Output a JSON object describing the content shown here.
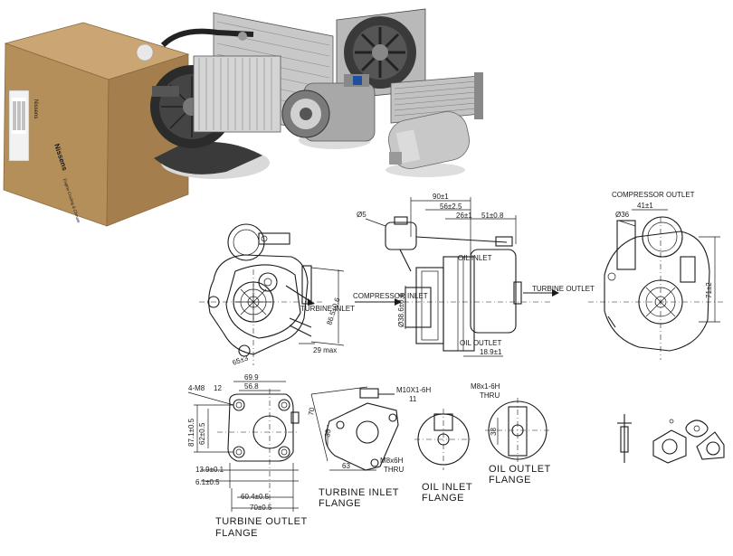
{
  "product_banner": {
    "box_brand": "Nissens",
    "box_tagline": "Engine Cooling & Climate",
    "products": [
      "blower-fan",
      "condenser",
      "radiator-fan",
      "ac-compressor",
      "radiator",
      "receiver-drier"
    ]
  },
  "drawing": {
    "labels": {
      "compressor_inlet": "COMPRESSOR INLET",
      "turbine_inlet": "TURBINE INLET",
      "compressor_outlet": "COMPRESSOR OUTLET",
      "turbine_outlet": "TURBINE OUTLET",
      "oil_inlet": "OIL INLET",
      "oil_outlet": "OIL OUTLET",
      "turbine_outlet_flange_1": "TURBINE OUTLET",
      "turbine_outlet_flange_2": "FLANGE",
      "turbine_inlet_flange_1": "TURBINE INLET",
      "turbine_inlet_flange_2": "FLANGE",
      "oil_inlet_flange_1": "OIL INLET",
      "oil_inlet_flange_2": "FLANGE",
      "oil_outlet_flange_1": "OIL OUTLET",
      "oil_outlet_flange_2": "FLANGE"
    },
    "dims": {
      "d90": "90±1",
      "d56": "56±2.5",
      "d26": "26±1",
      "d51": "51±0.8",
      "d5": "Ø5",
      "d38": "Ø38.6±0.4",
      "d18": "18.9±1",
      "d86": "86.5±0.6",
      "d29": "29 max",
      "d65": "65±3",
      "d41": "41±1",
      "d36": "Ø36",
      "d71": "71±2",
      "d4m8": "4-M8",
      "d12": "12",
      "d69": "69.9",
      "d56b": "56.8",
      "d87": "87.1±0.5",
      "d62": "62±0.5",
      "d13": "13.9±0.1",
      "d6": "6.1±0.5",
      "d60": "60.4±0.5",
      "d70": "70±0.5",
      "d70b": "70",
      "d35": "35",
      "d63": "63",
      "m10": "M10X1-6H",
      "m10d": "11",
      "m8a": "M8x1-6H",
      "thru": "THRU",
      "m8b": "M8x6H",
      "thru2": "THRU"
    }
  }
}
